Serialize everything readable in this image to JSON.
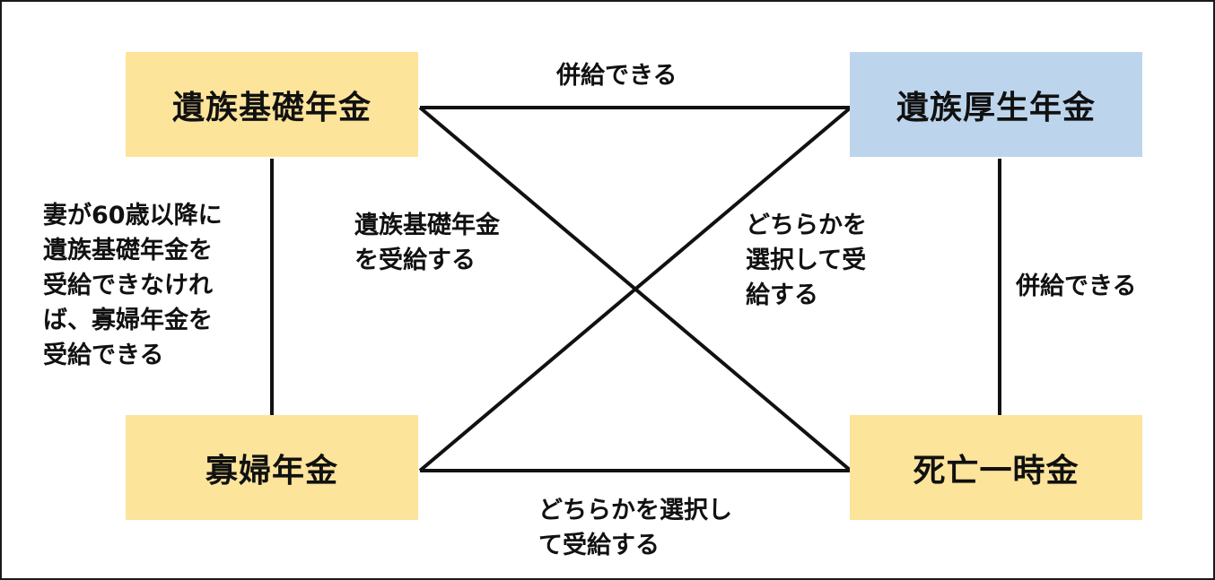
{
  "nodes": {
    "izoku_kiso": {
      "label": "遺族基礎年金",
      "color": "#fde49b"
    },
    "izoku_kosei": {
      "label": "遺族厚生年金",
      "color": "#bcd5ec"
    },
    "kafu": {
      "label": "寡婦年金",
      "color": "#fde49b"
    },
    "shibo_ichiji": {
      "label": "死亡一時金",
      "color": "#fde49b"
    }
  },
  "labels": {
    "top": "併給できる",
    "right": "併給できる",
    "left": "妻が60歳以降に\n遺族基礎年金を\n受給できなけれ\nば、寡婦年金を\n受給できる",
    "center_left": "遺族基礎年金\nを受給する",
    "center_right": "どちらかを\n選択して受\n給する",
    "bottom": "どちらかを選択し\nて受給する"
  }
}
